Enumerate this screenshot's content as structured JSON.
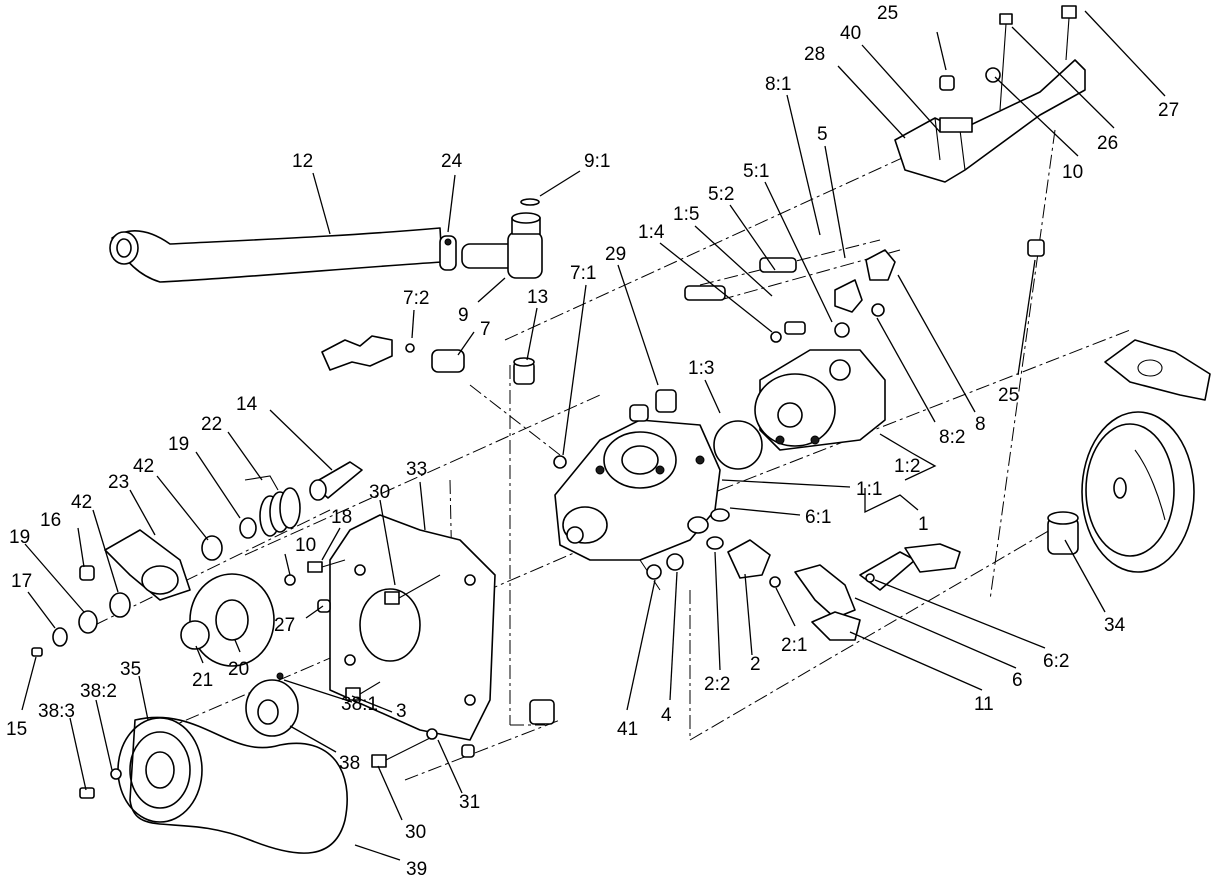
{
  "callouts": [
    {
      "id": "c-25a",
      "text": "25"
    },
    {
      "id": "c-40",
      "text": "40"
    },
    {
      "id": "c-28",
      "text": "28"
    },
    {
      "id": "c-27a",
      "text": "27"
    },
    {
      "id": "c-26",
      "text": "26"
    },
    {
      "id": "c-10a",
      "text": "10"
    },
    {
      "id": "c-8-1",
      "text": "8:1"
    },
    {
      "id": "c-5",
      "text": "5"
    },
    {
      "id": "c-5-1",
      "text": "5:1"
    },
    {
      "id": "c-5-2",
      "text": "5:2"
    },
    {
      "id": "c-1-5",
      "text": "1:5"
    },
    {
      "id": "c-1-4",
      "text": "1:4"
    },
    {
      "id": "c-12",
      "text": "12"
    },
    {
      "id": "c-24",
      "text": "24"
    },
    {
      "id": "c-9-1",
      "text": "9:1"
    },
    {
      "id": "c-9",
      "text": "9"
    },
    {
      "id": "c-7-2",
      "text": "7:2"
    },
    {
      "id": "c-7",
      "text": "7"
    },
    {
      "id": "c-13",
      "text": "13"
    },
    {
      "id": "c-7-1",
      "text": "7:1"
    },
    {
      "id": "c-29",
      "text": "29"
    },
    {
      "id": "c-1-3",
      "text": "1:3"
    },
    {
      "id": "c-25b",
      "text": "25"
    },
    {
      "id": "c-8",
      "text": "8"
    },
    {
      "id": "c-8-2",
      "text": "8:2"
    },
    {
      "id": "c-1-2",
      "text": "1:2"
    },
    {
      "id": "c-1-1",
      "text": "1:1"
    },
    {
      "id": "c-1",
      "text": "1"
    },
    {
      "id": "c-6-1",
      "text": "6:1"
    },
    {
      "id": "c-14",
      "text": "14"
    },
    {
      "id": "c-22",
      "text": "22"
    },
    {
      "id": "c-19a",
      "text": "19"
    },
    {
      "id": "c-42a",
      "text": "42"
    },
    {
      "id": "c-23",
      "text": "23"
    },
    {
      "id": "c-42b",
      "text": "42"
    },
    {
      "id": "c-16",
      "text": "16"
    },
    {
      "id": "c-19b",
      "text": "19"
    },
    {
      "id": "c-17",
      "text": "17"
    },
    {
      "id": "c-15",
      "text": "15"
    },
    {
      "id": "c-33",
      "text": "33"
    },
    {
      "id": "c-30a",
      "text": "30"
    },
    {
      "id": "c-18",
      "text": "18"
    },
    {
      "id": "c-10b",
      "text": "10"
    },
    {
      "id": "c-27b",
      "text": "27"
    },
    {
      "id": "c-21",
      "text": "21"
    },
    {
      "id": "c-20",
      "text": "20"
    },
    {
      "id": "c-35",
      "text": "35"
    },
    {
      "id": "c-38-2",
      "text": "38:2"
    },
    {
      "id": "c-38-3",
      "text": "38:3"
    },
    {
      "id": "c-38-1",
      "text": "38:1"
    },
    {
      "id": "c-3",
      "text": "3"
    },
    {
      "id": "c-38",
      "text": "38"
    },
    {
      "id": "c-31",
      "text": "31"
    },
    {
      "id": "c-30b",
      "text": "30"
    },
    {
      "id": "c-39",
      "text": "39"
    },
    {
      "id": "c-41",
      "text": "41"
    },
    {
      "id": "c-4",
      "text": "4"
    },
    {
      "id": "c-2-2",
      "text": "2:2"
    },
    {
      "id": "c-2",
      "text": "2"
    },
    {
      "id": "c-2-1",
      "text": "2:1"
    },
    {
      "id": "c-11",
      "text": "11"
    },
    {
      "id": "c-6",
      "text": "6"
    },
    {
      "id": "c-6-2",
      "text": "6:2"
    },
    {
      "id": "c-34",
      "text": "34"
    }
  ]
}
